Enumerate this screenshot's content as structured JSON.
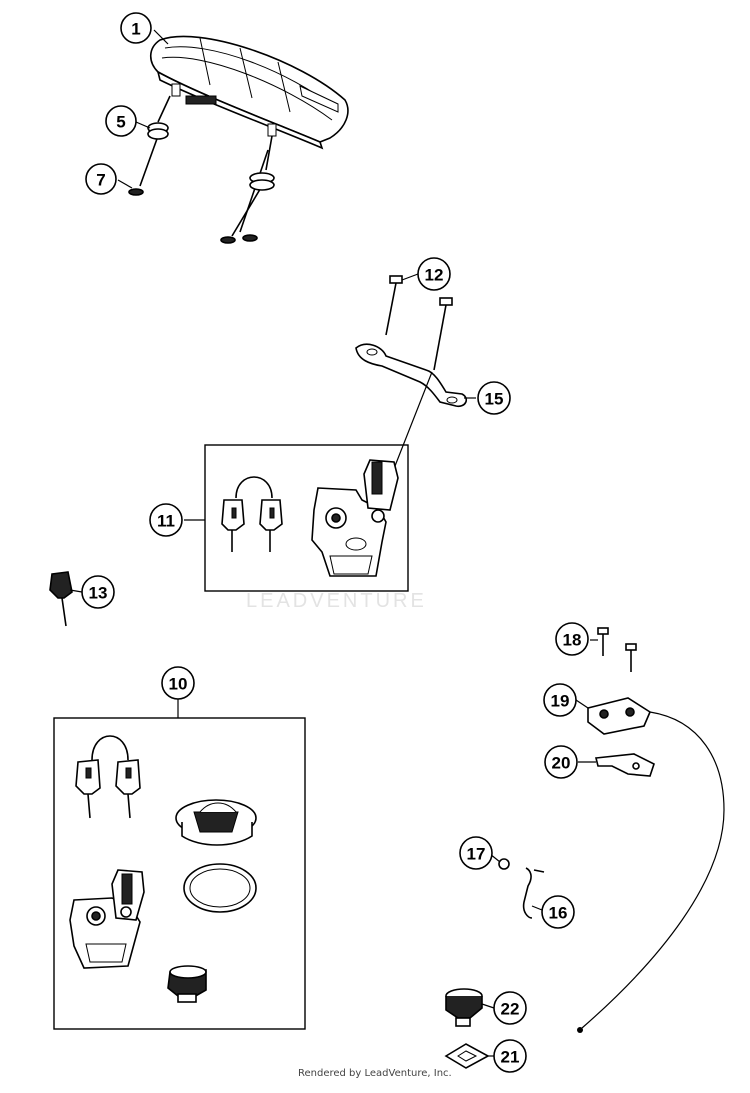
{
  "callouts": {
    "c1": "1",
    "c5": "5",
    "c7": "7",
    "c12": "12",
    "c15": "15",
    "c11": "11",
    "c13": "13",
    "c10": "10",
    "c18": "18",
    "c19": "19",
    "c20": "20",
    "c17": "17",
    "c16": "16",
    "c22": "22",
    "c21": "21"
  },
  "watermark": "LEADVENTURE",
  "footer": "Rendered by LeadVenture, Inc."
}
